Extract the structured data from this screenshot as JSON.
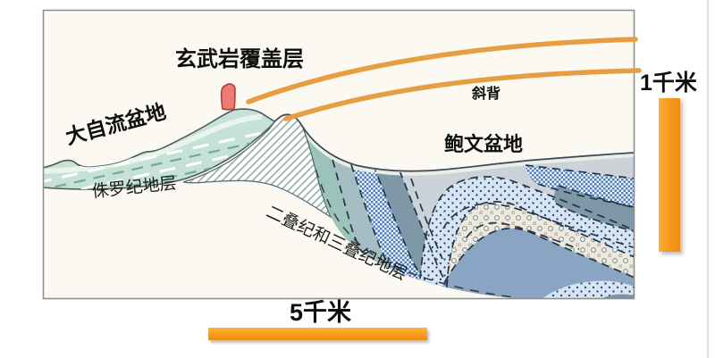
{
  "figure": {
    "labels": {
      "basalt": "玄武岩覆盖层",
      "artesian_basin": "大自流盆地",
      "bowen_basin": "鲍文盆地",
      "anticline": "斜背",
      "jurassic": "侏罗纪地层",
      "permian_triassic": "二叠纪和三叠纪地层"
    },
    "scale": {
      "vertical": "1千米",
      "horizontal": "5千米"
    },
    "colors": {
      "scale_orange": "#f79c1b",
      "curve_orange": "#e79d42",
      "jurassic_mint": "#c6e1d6",
      "basalt_plug_red": "#ee7b6f",
      "teal_band": "#9cc3b9",
      "slate_band": "#7e98a8",
      "light_gray_band": "#cbd3d8",
      "steel_blue_band": "#8aa5c3",
      "dot_band_bg": "#d7e4f1",
      "circle_band_bg": "#eee9da"
    }
  }
}
